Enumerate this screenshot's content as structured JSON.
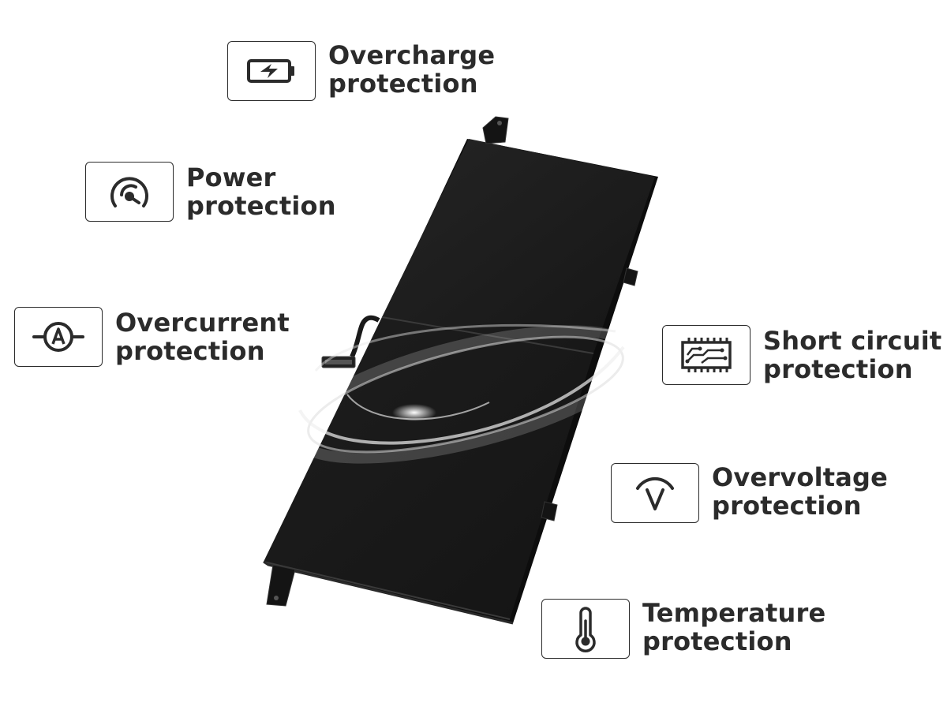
{
  "features": [
    {
      "id": "overcharge",
      "icon": "battery-charge-icon",
      "line1": "Overcharge",
      "line2": "protection"
    },
    {
      "id": "power",
      "icon": "gauge-icon",
      "line1": "Power",
      "line2": "protection"
    },
    {
      "id": "overcurrent",
      "icon": "ammeter-icon",
      "line1": "Overcurrent",
      "line2": "protection"
    },
    {
      "id": "short-circuit",
      "icon": "circuit-board-icon",
      "line1": "Short circuit",
      "line2": "protection"
    },
    {
      "id": "overvoltage",
      "icon": "voltmeter-icon",
      "line1": "Overvoltage",
      "line2": "protection"
    },
    {
      "id": "temperature",
      "icon": "thermometer-icon",
      "line1": "Temperature",
      "line2": "protection"
    }
  ],
  "colors": {
    "text": "#2b2b2b",
    "battery": "#1c1c1c",
    "border": "#2b2b2b",
    "background": "#ffffff"
  }
}
